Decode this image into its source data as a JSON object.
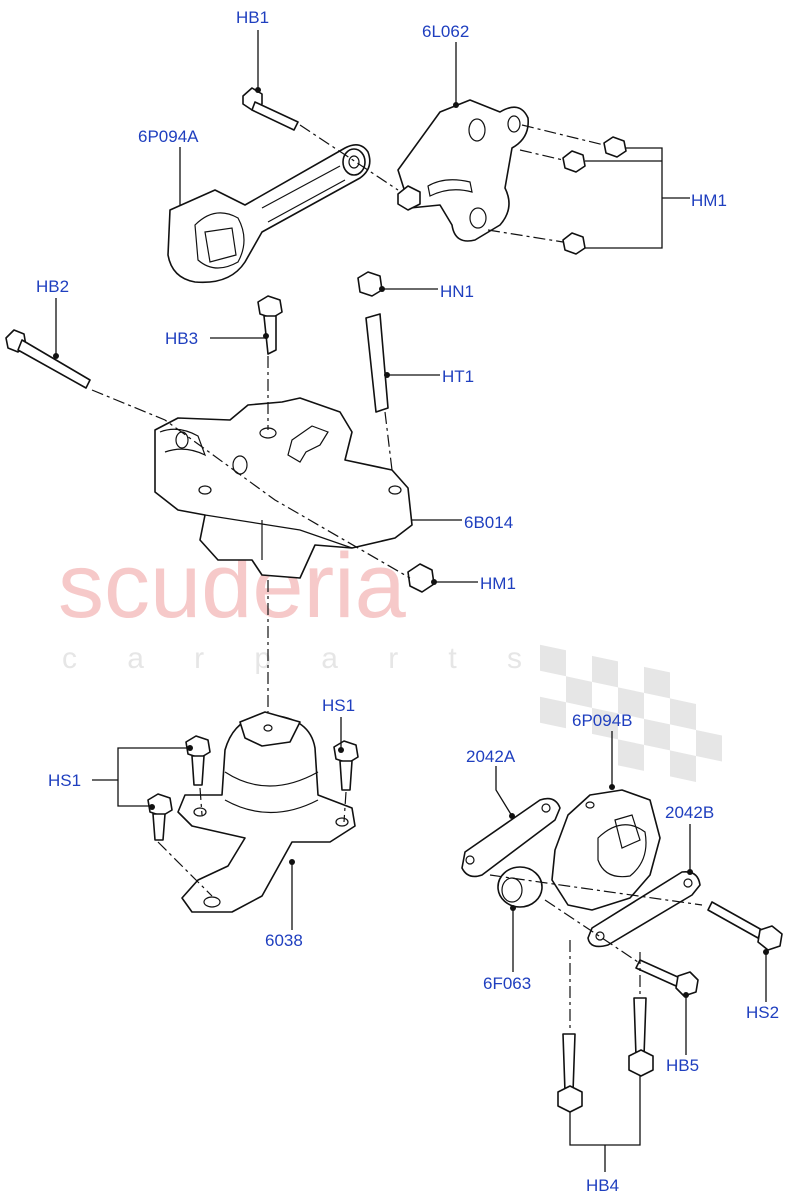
{
  "watermark": {
    "brand": "scuderia",
    "tagline": "c a r   p a r t s"
  },
  "labels": {
    "hb1": "HB1",
    "l6062": "6L062",
    "p6094a": "6P094A",
    "hm1_top": "HM1",
    "hb2": "HB2",
    "hn1": "HN1",
    "hb3": "HB3",
    "ht1": "HT1",
    "b6014": "6B014",
    "hm1_mid": "HM1",
    "hs1_right": "HS1",
    "hs1_left": "HS1",
    "p6094b": "6P094B",
    "a2042": "2042A",
    "b2042": "2042B",
    "n6038": "6038",
    "f6063": "6F063",
    "hs2": "HS2",
    "hb5": "HB5",
    "hb4": "HB4"
  }
}
